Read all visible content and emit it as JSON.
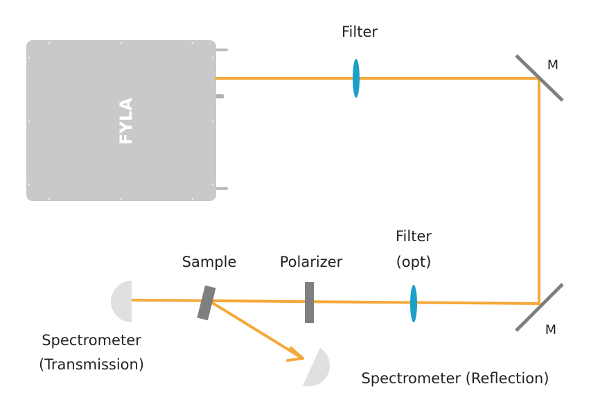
{
  "labels": {
    "filter": "Filter",
    "mirror_top": "M",
    "mirror_bottom": "M",
    "filter_opt_line1": "Filter",
    "filter_opt_line2": "(opt)",
    "sample": "Sample",
    "polarizer": "Polarizer",
    "spectrometer_transmission_line1": "Spectrometer",
    "spectrometer_transmission_line2": "(Transmission)",
    "spectrometer_reflection": "Spectrometer (Reflection)"
  },
  "laser": {
    "logo": "FYLA"
  },
  "colors": {
    "beam": "#f5a83a",
    "laser_body": "#c9c9c9",
    "optic_gray": "#7f7f7f",
    "lens": "#1aa0c8",
    "detector": "#e0e0e0"
  }
}
